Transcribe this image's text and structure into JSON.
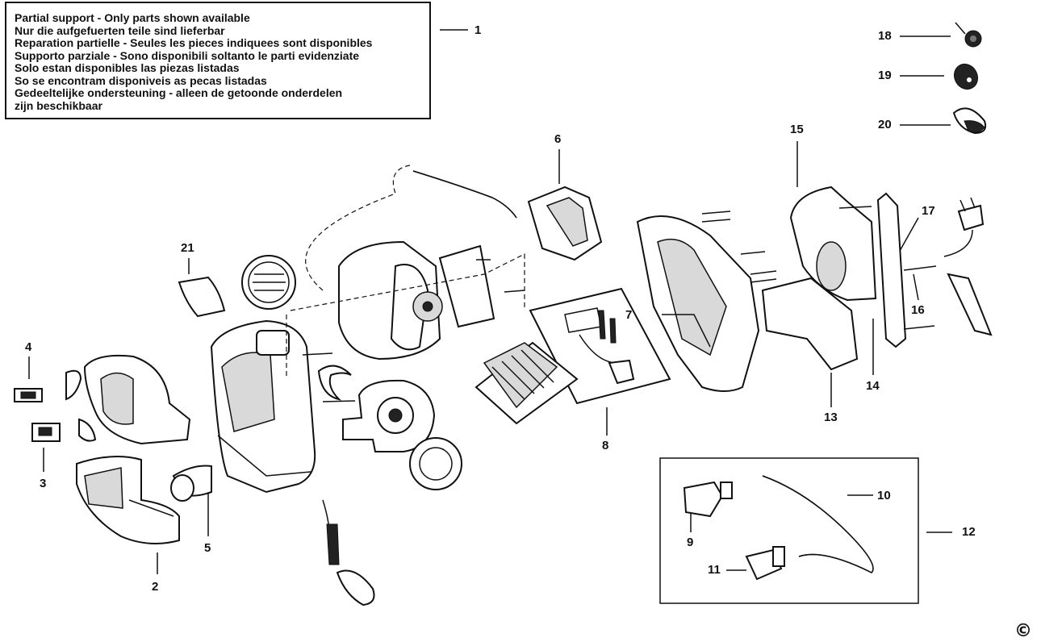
{
  "notice": {
    "lines": [
      "Partial support - Only parts shown available",
      "Nur die aufgefuerten teile sind lieferbar",
      "Reparation partielle - Seules les pieces indiquees sont disponibles",
      "Supporto parziale - Sono disponibili soltanto le parti evidenziate",
      "Solo estan disponibles las piezas listadas",
      "So se encontram disponiveis as pecas listadas",
      "Gedeeltelijke ondersteuning - alleen de getoonde onderdelen",
      "zijn beschikbaar"
    ]
  },
  "callouts": {
    "c1": "1",
    "c2": "2",
    "c3": "3",
    "c4": "4",
    "c5": "5",
    "c6": "6",
    "c7": "7",
    "c8": "8",
    "c9": "9",
    "c10": "10",
    "c11": "11",
    "c12": "12",
    "c13": "13",
    "c14": "14",
    "c15": "15",
    "c16": "16",
    "c17": "17",
    "c18": "18",
    "c19": "19",
    "c20": "20",
    "c21": "21"
  },
  "copyright": "©"
}
